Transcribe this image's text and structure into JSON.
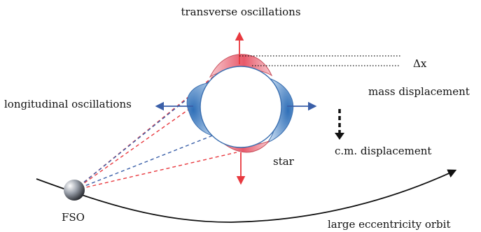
{
  "labels": {
    "transverse": "transverse oscillations",
    "delta_x": "Δx",
    "mass_displacement": "mass displacement",
    "longitudinal": "longitudinal oscillations",
    "cm_displacement": "c.m. displacement",
    "star": "star",
    "fso": "FSO",
    "orbit": "large eccentricity orbit"
  },
  "colors": {
    "red": "#e8393f",
    "blue": "#3a5fa8",
    "lobe_red": "#ef7e86",
    "lobe_blue": "#4f8cc9",
    "orbit": "#111111"
  }
}
